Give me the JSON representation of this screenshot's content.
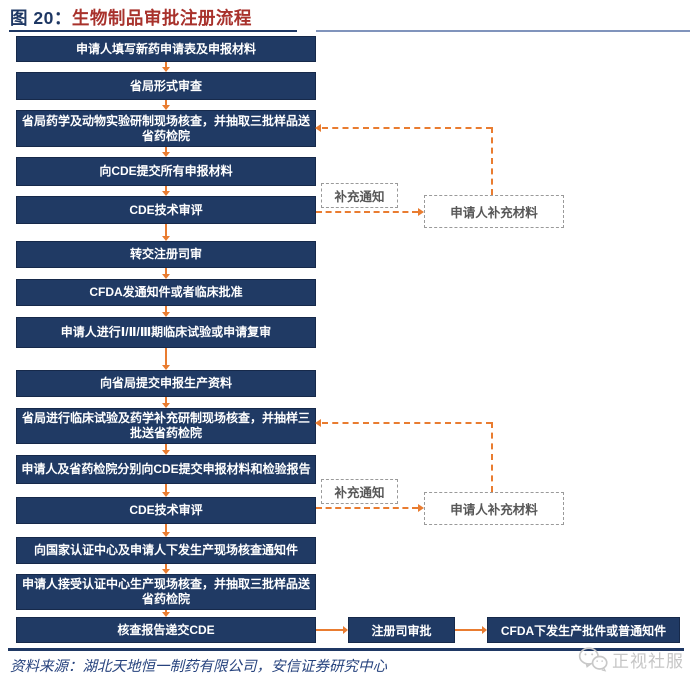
{
  "title": {
    "figure_label": "图 20：",
    "text": "生物制品审批注册流程"
  },
  "colors": {
    "box_navy": "#203A64",
    "arrow_orange": "#E97C30",
    "title_navy": "#1F3864",
    "title_red": "#A8322C",
    "note_border": "#9A9A9A",
    "note_text": "#575757",
    "source_text": "#27437E",
    "watermark_gray": "#C6C6C6"
  },
  "flow": {
    "steps": [
      "申请人填写新药申请表及申报材料",
      "省局形式审查",
      "省局药学及动物实验研制现场核查，并抽取三批样品送省药检院",
      "向CDE提交所有申报材料",
      "CDE技术审评",
      "转交注册司审",
      "CFDA发通知件或者临床批准",
      "申请人进行Ⅰ/Ⅱ/Ⅲ期临床试验或申请复审",
      "向省局提交申报生产资料",
      "省局进行临床试验及药学补充研制现场核查，并抽样三批送省药检院",
      "申请人及省药检院分别向CDE提交申报材料和检验报告",
      "CDE技术审评",
      "向国家认证中心及申请人下发生产现场核查通知件",
      "申请人接受认证中心生产现场核查，并抽取三批样品送省药检院",
      "核查报告递交CDE"
    ],
    "notes": {
      "supplement_notice_1": "补充通知",
      "applicant_supplement_1": "申请人补充材料",
      "supplement_notice_2": "补充通知",
      "applicant_supplement_2": "申请人补充材料"
    },
    "end_steps": [
      "注册司审批",
      "CFDA下发生产批件或普通知件"
    ]
  },
  "footer": {
    "source": "资料来源：湖北天地恒一制药有限公司，安信证券研究中心"
  },
  "watermark": {
    "icon": "wechat-icon",
    "text": "正视社服"
  }
}
